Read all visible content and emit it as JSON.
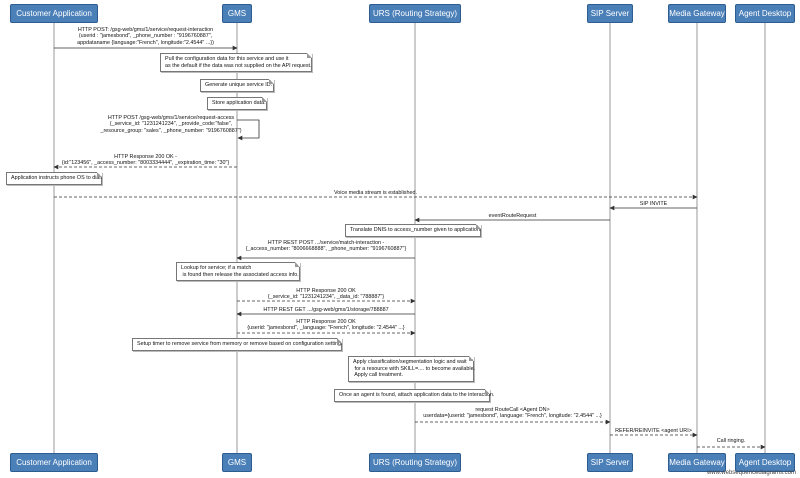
{
  "diagram": {
    "participants": [
      {
        "id": "customer_app",
        "label": "Customer Application"
      },
      {
        "id": "gms",
        "label": "GMS"
      },
      {
        "id": "urs",
        "label": "URS (Routing Strategy)"
      },
      {
        "id": "sip",
        "label": "SIP Server"
      },
      {
        "id": "media_gw",
        "label": "Media Gateway"
      },
      {
        "id": "agent",
        "label": "Agent Desktop"
      }
    ],
    "messages": [
      {
        "from": "customer_app",
        "to": "gms",
        "style": "solid",
        "label": "HTTP POST: /gsg-web/gms/1/service/request-interaction\n(userid : \"jamesbond\", _phone_number : \"9196760887\",\nappdataname {language:\"French\", longitude:\"2.4544\" ...})"
      },
      {
        "note": "Pull the configuration data for this service and use it\nas the default if the data was not supplied on the API request.",
        "over": "gms"
      },
      {
        "note": "Generate unique service ID.",
        "over": "gms"
      },
      {
        "note": "Store application data.",
        "over": "gms"
      },
      {
        "from": "gms",
        "to": "gms",
        "style": "solid",
        "label": "HTTP POST /gsg-web/gms/1/service/request-access\n(_service_id: \"1231241234\", _provide_code:\"false\",\n_resource_group: \"sales\", _phone_number: \"9196760887\")"
      },
      {
        "from": "gms",
        "to": "customer_app",
        "style": "dashed",
        "label": "HTTP Response 200 OK -\n{id:\"123456\", _access_number: \"8003334444\", _expiration_time: \"30\"}"
      },
      {
        "note": "Application instructs phone OS to dial.",
        "over": "customer_app"
      },
      {
        "from": "customer_app",
        "to": "media_gw",
        "style": "dashed",
        "label": "Voice media stream is established."
      },
      {
        "from": "media_gw",
        "to": "sip",
        "style": "solid",
        "label": "SIP INVITE"
      },
      {
        "from": "sip",
        "to": "urs",
        "style": "solid",
        "label": "eventRouteRequest"
      },
      {
        "note": "Translate DNIS to access_number given to application.",
        "over": "urs"
      },
      {
        "from": "urs",
        "to": "gms",
        "style": "solid",
        "label": "HTTP REST POST .../service/match-interaction -\n{_access_number: \"8006668888\", _phone_number: \"9196760887\"}"
      },
      {
        "note": "Lookup for service; if a match\n is found then release the associated access info.",
        "over": "gms"
      },
      {
        "from": "gms",
        "to": "urs",
        "style": "dashed",
        "label": "HTTP Response 200 OK\n{_service_id: \"1231241234\", _data_id: \"788887\"}"
      },
      {
        "from": "urs",
        "to": "gms",
        "style": "solid",
        "label": "HTTP REST GET .../gsg-web/gms/1/storage/788887"
      },
      {
        "from": "gms",
        "to": "urs",
        "style": "dashed",
        "label": "HTTP Response 200 OK\n{userid: \"jamesbond\", _language: \"French\", longitude: \"2.4544\" ...}"
      },
      {
        "note": "Setup timer to remove service from memory or remove based on configuration setting.",
        "over": "gms"
      },
      {
        "note": "Apply classification/segmentation logic and wait\n for a resource with SKILL=.... to become available.\n Apply call treatment.",
        "over": "urs"
      },
      {
        "note": "Once an agent is found, attach application data to the interaction.",
        "over": "urs"
      },
      {
        "from": "urs",
        "to": "sip",
        "style": "dashed",
        "label": "request RouteCall <Agent DN>\nuserdata={userid: \"jamesbond\", language: \"French\", longitude: \"2.4544\" ...}"
      },
      {
        "from": "sip",
        "to": "media_gw",
        "style": "dashed",
        "label": "REFER/REINVITE <agent URI>"
      },
      {
        "from": "media_gw",
        "to": "agent",
        "style": "dashed",
        "label": "Call ringing."
      }
    ],
    "footer": "www.websequencediagrams.com",
    "colors": {
      "actor_fill": "#4a7fb8",
      "actor_border": "#2d5d90",
      "lifeline": "#999999",
      "arrow": "#333333"
    }
  }
}
